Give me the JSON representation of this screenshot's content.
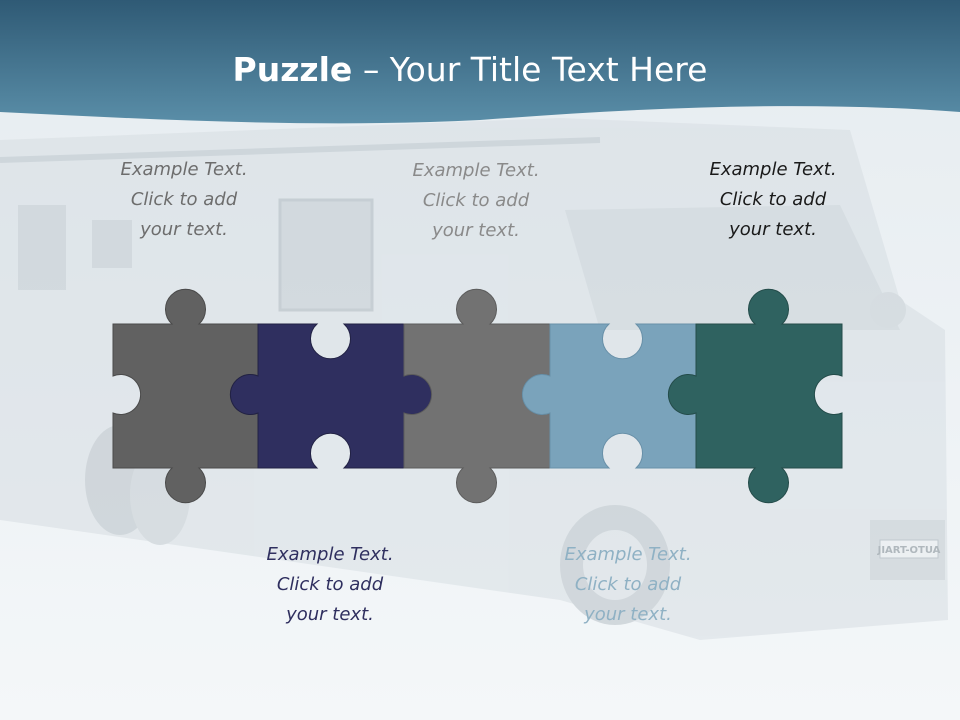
{
  "slide": {
    "title_bold": "Puzzle",
    "title_rest": " – Your Title Text Here",
    "colors": {
      "header_top": "#2f5a75",
      "header_bottom": "#5a8ea8",
      "piece_1": "#616161",
      "piece_2": "#2f2f5f",
      "piece_3": "#727272",
      "piece_4": "#7aa3bb",
      "piece_5": "#2f6260"
    },
    "captions": [
      {
        "line1": "Example Text.",
        "line2": "Click  to add",
        "line3": "your text.",
        "color": "#6d6d6d"
      },
      {
        "line1": "Example Text.",
        "line2": "Click  to add",
        "line3": "your text.",
        "color": "#2f2f5f"
      },
      {
        "line1": "Example Text.",
        "line2": "Click  to add",
        "line3": "your text.",
        "color": "#8a8a8a"
      },
      {
        "line1": "Example Text.",
        "line2": "Click  to add",
        "line3": "your text.",
        "color": "#8fb1c4"
      },
      {
        "line1": "Example Text.",
        "line2": "Click  to add",
        "line3": "your text.",
        "color": "#1a1a1a"
      }
    ],
    "background_image": "motorhome-photo",
    "vehicle_text": "JIART-OTUA"
  }
}
